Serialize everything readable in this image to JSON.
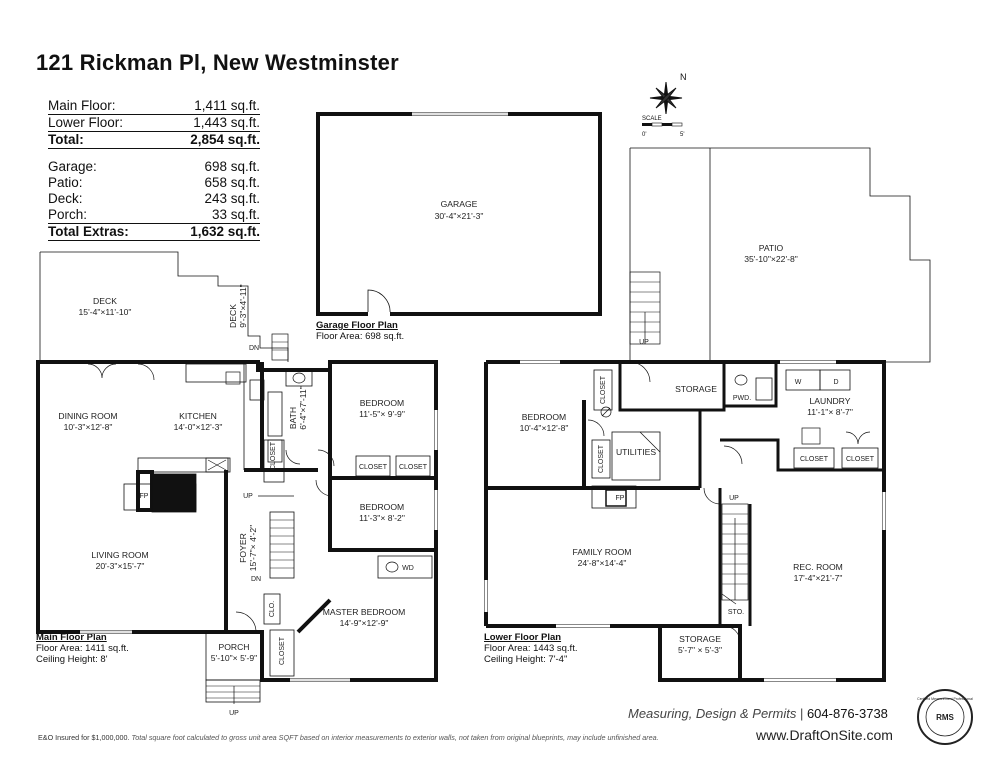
{
  "title": "121 Rickman Pl, New Westminster",
  "areas": {
    "main_label": "Main Floor:",
    "main_value": "1,411 sq.ft.",
    "lower_label": "Lower Floor:",
    "lower_value": "1,443 sq.ft.",
    "total_label": "Total:",
    "total_value": "2,854 sq.ft.",
    "garage_label": "Garage:",
    "garage_value": "698 sq.ft.",
    "patio_label": "Patio:",
    "patio_value": "658 sq.ft.",
    "deck_label": "Deck:",
    "deck_value": "243 sq.ft.",
    "porch_label": "Porch:",
    "porch_value": "33 sq.ft.",
    "extras_label": "Total Extras:",
    "extras_value": "1,632 sq.ft."
  },
  "compass": {
    "north": "N",
    "scale_label": "SCALE",
    "scale_start": "0'",
    "scale_end": "5'"
  },
  "garage": {
    "room": "GARAGE",
    "dims": "30'-4\"×21'-3\"",
    "plan_title": "Garage Floor Plan",
    "plan_area": "Floor Area: 698 sq.ft."
  },
  "main_floor": {
    "plan_title": "Main Floor Plan",
    "plan_area": "Floor Area: 1411 sq.ft.",
    "plan_ceiling": "Ceiling Height: 8'",
    "rooms": {
      "deck": "DECK",
      "deck_dims": "15'-4\"×11'-10\"",
      "deck2": "DECK",
      "deck2_dims": "9'-3\"×4'-11\"",
      "dining": "DINING ROOM",
      "dining_dims": "10'-3\"×12'-8\"",
      "kitchen": "KITCHEN",
      "kitchen_dims": "14'-0\"×12'-3\"",
      "bath": "BATH",
      "bath_dims": "6'-4\"×7'-11\"",
      "bedroom1": "BEDROOM",
      "bedroom1_dims": "11'-5\"× 9'-9\"",
      "bedroom2": "BEDROOM",
      "bedroom2_dims": "11'-3\"× 8'-2\"",
      "living": "LIVING ROOM",
      "living_dims": "20'-3\"×15'-7\"",
      "foyer": "FOYER",
      "foyer_dims": "15'-7\"× 4'-2\"",
      "master": "MASTER BEDROOM",
      "master_dims": "14'-9\"×12'-9\"",
      "porch": "PORCH",
      "porch_dims": "5'-10\"× 5'-9\"",
      "closet": "CLOSET",
      "clo": "CLO.",
      "fp": "FP",
      "wd": "WD",
      "up": "UP",
      "dn": "DN"
    }
  },
  "lower_floor": {
    "plan_title": "Lower Floor Plan",
    "plan_area": "Floor Area: 1443 sq.ft.",
    "plan_ceiling": "Ceiling Height: 7'-4\"",
    "rooms": {
      "patio": "PATIO",
      "patio_dims": "35'-10\"×22'-8\"",
      "bedroom": "BEDROOM",
      "bedroom_dims": "10'-4\"×12'-8\"",
      "storage": "STORAGE",
      "pwd": "PWD.",
      "laundry": "LAUNDRY",
      "laundry_dims": "11'-1\"× 8'-7\"",
      "utilities": "UTILITIES",
      "family": "FAMILY ROOM",
      "family_dims": "24'-8\"×14'-4\"",
      "rec": "REC. ROOM",
      "rec_dims": "17'-4\"×21'-7\"",
      "storage2": "STORAGE",
      "storage2_dims": "5'-7\" × 5'-3\"",
      "sto": "STO.",
      "closet": "CLOSET",
      "fp": "FP",
      "w": "W",
      "d": "D",
      "up": "UP"
    }
  },
  "footer": {
    "insured": "E&O Insured for $1,000,000.",
    "disclaimer": " Total square foot calculated to gross unit area SQFT based on interior measurements to exterior walls, not taken from original blueprints, may include unfinished area.",
    "company": "Measuring, Design & Permits",
    "separator": " | ",
    "phone": "604-876-3738",
    "website": "www.DraftOnSite.com",
    "seal_top": "Certified Measurement Professional",
    "seal_mid": "RMS"
  }
}
